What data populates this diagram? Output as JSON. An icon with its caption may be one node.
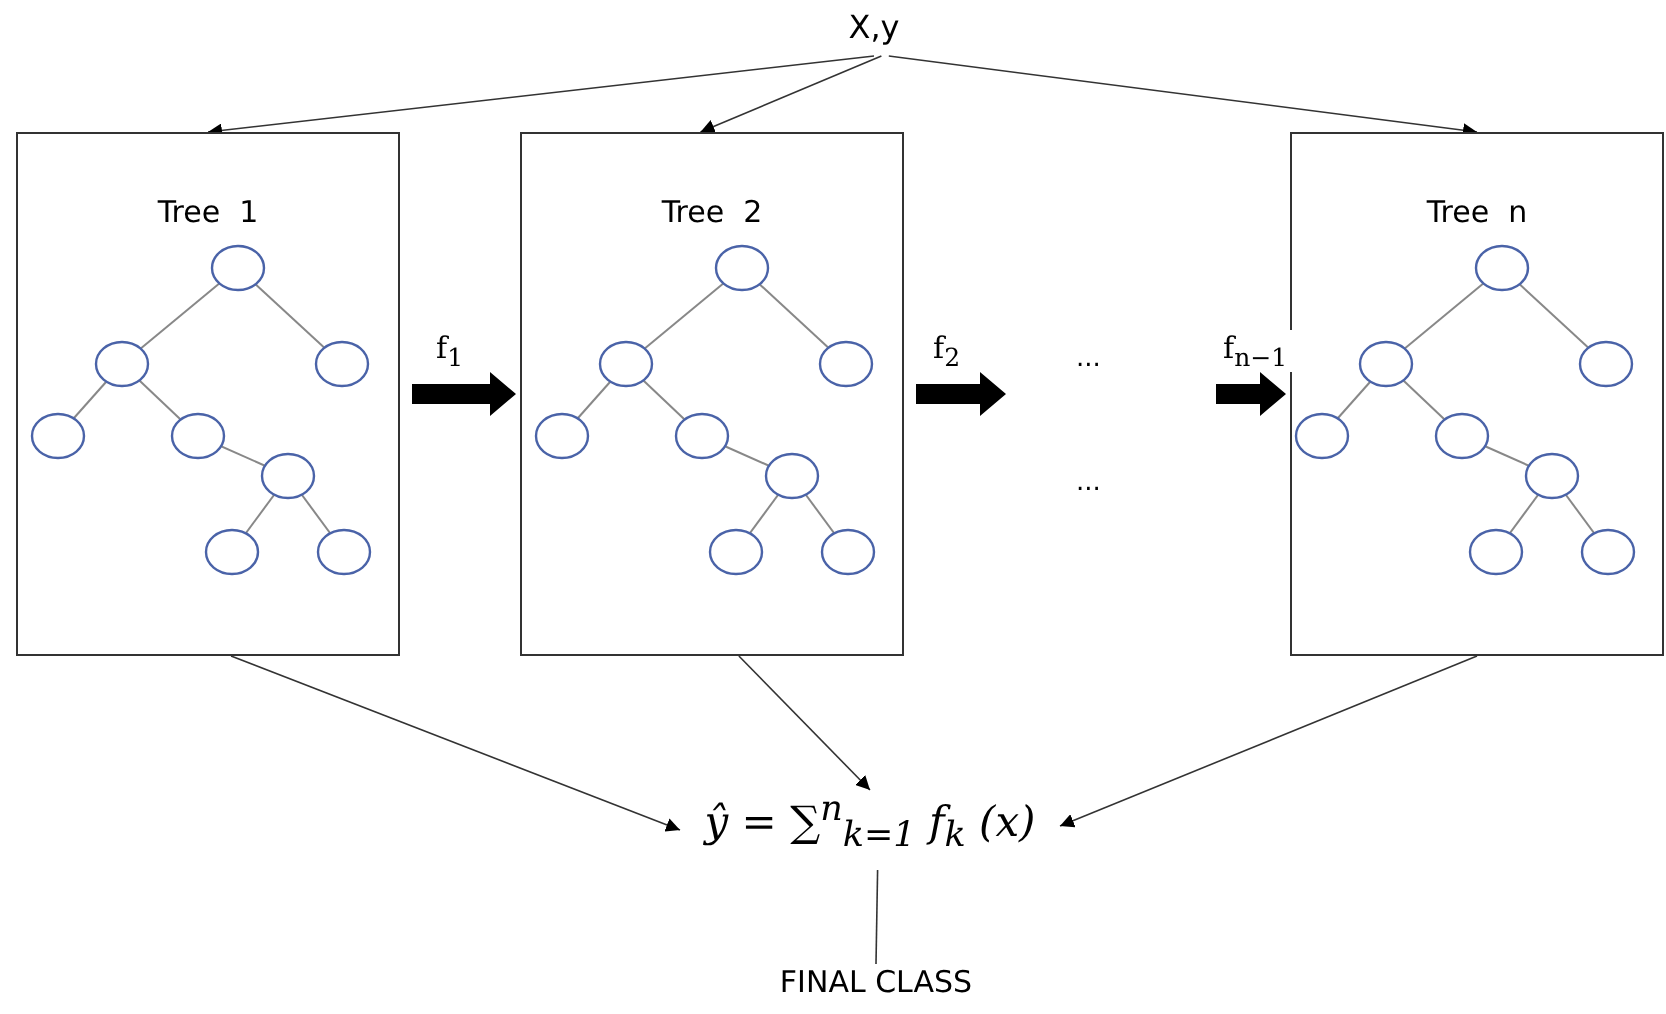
{
  "diagram": {
    "nodes": [
      {
        "text": [
          "X,y"
        ]
      },
      {
        "text": [
          "Tree  1"
        ]
      },
      {
        "text": [
          "Tree  2"
        ]
      },
      {
        "text": [
          "Tree  n"
        ]
      },
      {
        "text": [
          "ŷ = ∑$^{n}$$_{k=1}$ f$_{k}$ (x)"
        ]
      },
      {
        "text": [
          "FINAL CLASS"
        ]
      }
    ],
    "edges": [
      {
        "from": 0,
        "to": 1,
        "arrow": "to"
      },
      {
        "from": 0,
        "to": 2,
        "arrow": "to"
      },
      {
        "from": 0,
        "to": 3,
        "arrow": "to"
      },
      {
        "from": 1,
        "to": 2,
        "arrow": "to",
        "label": "f$_{1}$",
        "style": "thick"
      },
      {
        "from": 2,
        "to": null,
        "arrow": "to",
        "label": "f$_{2}$",
        "style": "thick"
      },
      {
        "from": null,
        "to": 3,
        "arrow": "to",
        "label": "f$_{n−1}$",
        "style": "thick"
      },
      {
        "from": 1,
        "to": 4,
        "arrow": "to"
      },
      {
        "from": 2,
        "to": 4,
        "arrow": "to"
      },
      {
        "from": 3,
        "to": 4,
        "arrow": "to"
      },
      {
        "from": 4,
        "to": 5,
        "arrow": "none"
      }
    ],
    "labels": [
      "...",
      "..."
    ]
  }
}
